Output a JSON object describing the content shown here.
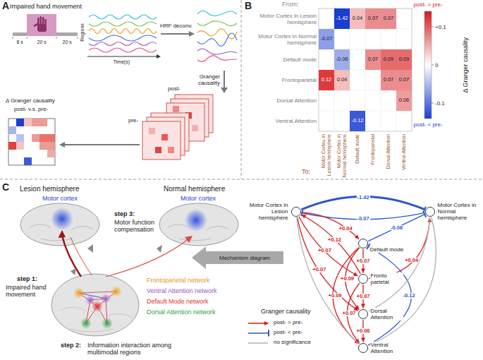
{
  "diagram": {
    "nodes": [
      {
        "text": [
          "Motor Cortex in Lesion hemisphere"
        ]
      },
      {
        "text": [
          "Motor Cortex in Normal hemisphere"
        ]
      },
      {
        "text": [
          "Default mode"
        ]
      },
      {
        "text": [
          "Fronto parietal"
        ]
      },
      {
        "text": [
          "Dorsal Attention"
        ]
      },
      {
        "text": [
          "Ventral Attention"
        ]
      }
    ],
    "edges": [
      {
        "from": 0,
        "to": 1,
        "arrow": "to",
        "label": "-1.42"
      },
      {
        "from": 1,
        "to": 0,
        "arrow": "to",
        "label": "-0.07"
      },
      {
        "from": 0,
        "to": 2,
        "arrow": "to",
        "label": "+0.04"
      },
      {
        "from": 0,
        "to": 3,
        "arrow": "to",
        "label": "+0.07"
      },
      {
        "from": 0,
        "to": 4,
        "arrow": "to",
        "label": "+0.07"
      },
      {
        "from": 3,
        "to": 0,
        "arrow": "to",
        "label": "+0.12"
      },
      {
        "from": 3,
        "to": 1,
        "arrow": "to",
        "label": "+0.04"
      },
      {
        "from": 2,
        "to": 1,
        "arrow": "to",
        "label": "-0.06"
      },
      {
        "from": 2,
        "to": 3,
        "arrow": "to",
        "label": "+0.07"
      },
      {
        "from": 2,
        "to": 4,
        "arrow": "to",
        "label": "+0.09"
      },
      {
        "from": 2,
        "to": 5,
        "arrow": "to",
        "label": "+0.09"
      },
      {
        "from": 3,
        "to": 4,
        "arrow": "to",
        "label": "+0.07"
      },
      {
        "from": 3,
        "to": 5,
        "arrow": "to",
        "label": "+0.07"
      },
      {
        "from": 4,
        "to": 5,
        "arrow": "to",
        "label": "+0.06"
      },
      {
        "from": 5,
        "to": 2,
        "arrow": "to",
        "label": "-0.12"
      },
      {
        "from": 0,
        "to": 5,
        "arrow": "none"
      },
      {
        "from": 1,
        "to": 4,
        "arrow": "none"
      },
      {
        "from": 1,
        "to": 5,
        "arrow": "none"
      }
    ],
    "labels": [
      "A",
      "Impaired hand movement",
      "8 s",
      "20 s",
      "20 s",
      "Regions",
      "Time(s)",
      "HRF deconv.",
      "Granger causality",
      "post-",
      "pre-",
      "Δ Granger causality",
      "post- v.s. pre-",
      "B",
      "From:",
      "Motor Cortex in Lesion hemisphere",
      "Motor Cortex in Normal hemisphere",
      "Default mode",
      "Frontoparietal",
      "Dorsal Attention",
      "Ventral Attention",
      "-1.42",
      "0.04",
      "0.07",
      "0.07",
      "-0.07",
      "-0.06",
      "0.07",
      "0.09",
      "0.09",
      "0.12",
      "0.04",
      "0.07",
      "0.07",
      "0.06",
      "-0.12",
      "Motor Cortex in Lesion hemisphere",
      "Motor Cortex in Normal hemisphere",
      "Default mode",
      "Frontoparietal",
      "Dorsal Attention",
      "Ventral Attention",
      "To:",
      "post- > pre-",
      "+0.1",
      "0",
      "-0.1",
      "post- < pre-",
      "Δ Granger causality",
      "C",
      "Lesion hemisphere",
      "Normal hemisphere",
      "Motor cortex",
      "Motor cortex",
      "step 3:",
      "Motor function compensation",
      "step 1:",
      "Impaired hand movement",
      "Frontoparietal network",
      "Ventral Attention network",
      "Default Mode network",
      "Dorsal Attention network",
      "step 2:",
      "Information interaction among multimodal regions",
      "Mechanism diagram",
      "Granger causality"
    ],
    "legend": [
      {
        "text": "post- > pre-"
      },
      {
        "text": "post- < pre-"
      },
      {
        "text": "no significance"
      }
    ]
  }
}
